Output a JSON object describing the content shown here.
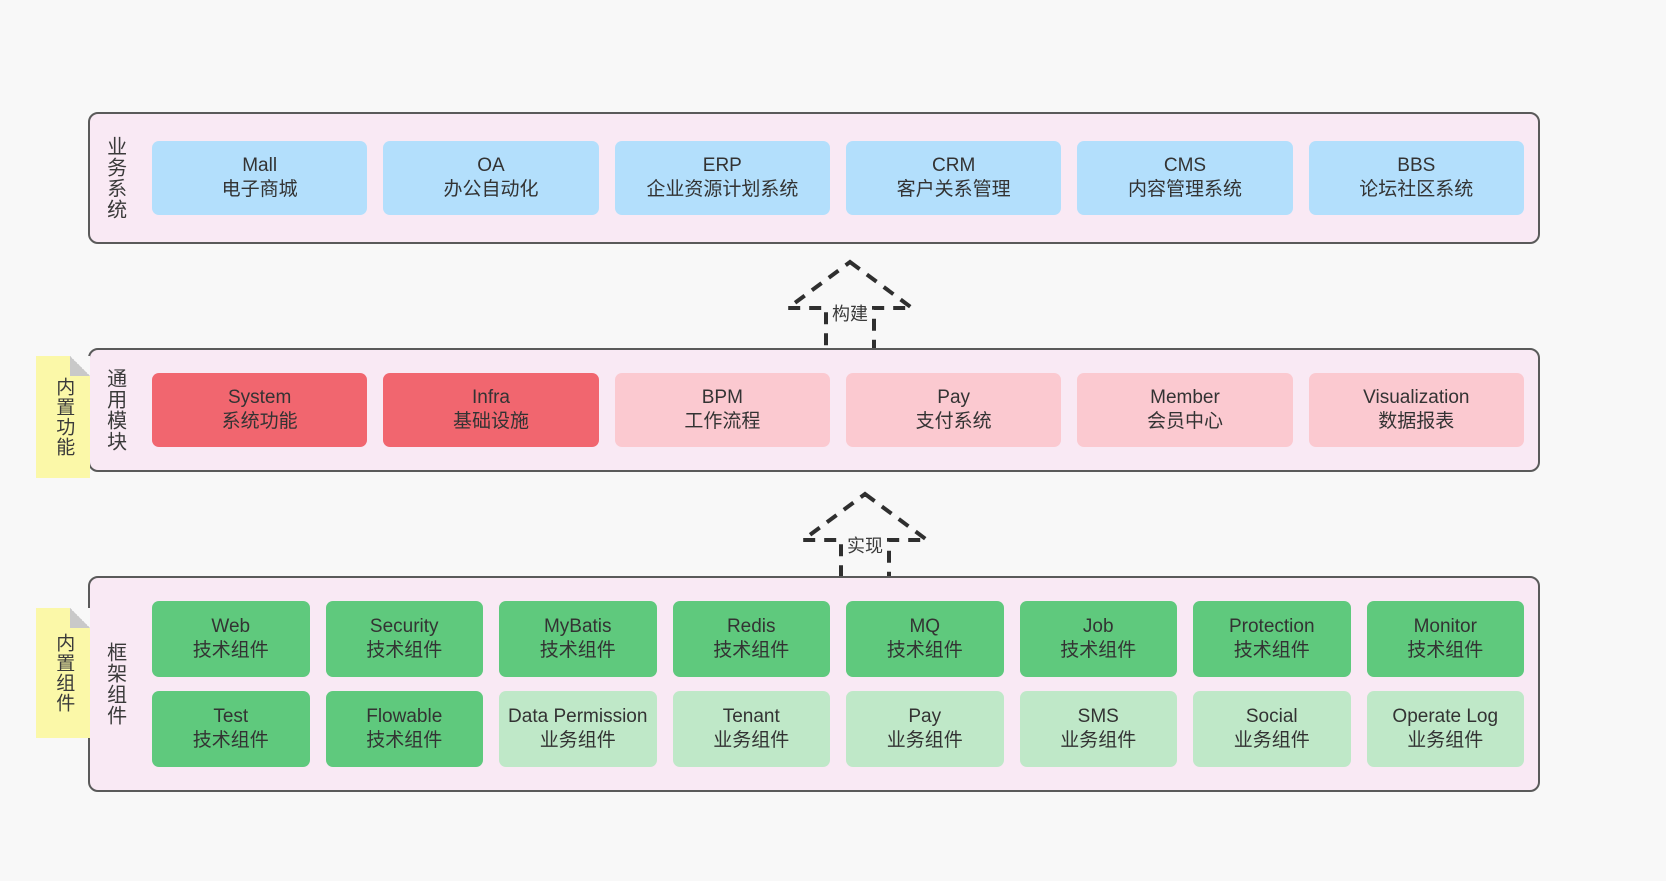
{
  "diagram": {
    "background_color": "#f8f8f8",
    "panel_color": "#f9e9f4",
    "panel_border_color": "#5a5a5a",
    "note_color": "#fbf8a8"
  },
  "notes": [
    {
      "label": "内置功能"
    },
    {
      "label": "内置组件"
    }
  ],
  "connectors": [
    {
      "label": "构建",
      "style": "dashed-hollow-arrow-up"
    },
    {
      "label": "实现",
      "style": "dashed-hollow-arrow-up"
    }
  ],
  "layers": [
    {
      "id": "business",
      "title": "业务系统",
      "rows": [
        {
          "cards": [
            {
              "en": "Mall",
              "cn": "电子商城",
              "color": "#b3dffc"
            },
            {
              "en": "OA",
              "cn": "办公自动化",
              "color": "#b3dffc"
            },
            {
              "en": "ERP",
              "cn": "企业资源计划系统",
              "color": "#b3dffc"
            },
            {
              "en": "CRM",
              "cn": "客户关系管理",
              "color": "#b3dffc"
            },
            {
              "en": "CMS",
              "cn": "内容管理系统",
              "color": "#b3dffc"
            },
            {
              "en": "BBS",
              "cn": "论坛社区系统",
              "color": "#b3dffc"
            }
          ]
        }
      ]
    },
    {
      "id": "common",
      "title": "通用模块",
      "rows": [
        {
          "cards": [
            {
              "en": "System",
              "cn": "系统功能",
              "color": "#f1666f"
            },
            {
              "en": "Infra",
              "cn": "基础设施",
              "color": "#f1666f"
            },
            {
              "en": "BPM",
              "cn": "工作流程",
              "color": "#fbc9d0"
            },
            {
              "en": "Pay",
              "cn": "支付系统",
              "color": "#fbc9d0"
            },
            {
              "en": "Member",
              "cn": "会员中心",
              "color": "#fbc9d0"
            },
            {
              "en": "Visualization",
              "cn": "数据报表",
              "color": "#fbc9d0"
            }
          ]
        }
      ]
    },
    {
      "id": "framework",
      "title": "框架组件",
      "rows": [
        {
          "cards": [
            {
              "en": "Web",
              "cn": "技术组件",
              "color": "#5fc97d"
            },
            {
              "en": "Security",
              "cn": "技术组件",
              "color": "#5fc97d"
            },
            {
              "en": "MyBatis",
              "cn": "技术组件",
              "color": "#5fc97d"
            },
            {
              "en": "Redis",
              "cn": "技术组件",
              "color": "#5fc97d"
            },
            {
              "en": "MQ",
              "cn": "技术组件",
              "color": "#5fc97d"
            },
            {
              "en": "Job",
              "cn": "技术组件",
              "color": "#5fc97d"
            },
            {
              "en": "Protection",
              "cn": "技术组件",
              "color": "#5fc97d"
            },
            {
              "en": "Monitor",
              "cn": "技术组件",
              "color": "#5fc97d"
            }
          ]
        },
        {
          "cards": [
            {
              "en": "Test",
              "cn": "技术组件",
              "color": "#5fc97d"
            },
            {
              "en": "Flowable",
              "cn": "技术组件",
              "color": "#5fc97d"
            },
            {
              "en": "Data Permission",
              "cn": "业务组件",
              "color": "#bfe8c8",
              "wrap": true
            },
            {
              "en": "Tenant",
              "cn": "业务组件",
              "color": "#bfe8c8"
            },
            {
              "en": "Pay",
              "cn": "业务组件",
              "color": "#bfe8c8"
            },
            {
              "en": "SMS",
              "cn": "业务组件",
              "color": "#bfe8c8"
            },
            {
              "en": "Social",
              "cn": "业务组件",
              "color": "#bfe8c8"
            },
            {
              "en": "Operate Log",
              "cn": "业务组件",
              "color": "#bfe8c8"
            }
          ]
        }
      ]
    }
  ]
}
